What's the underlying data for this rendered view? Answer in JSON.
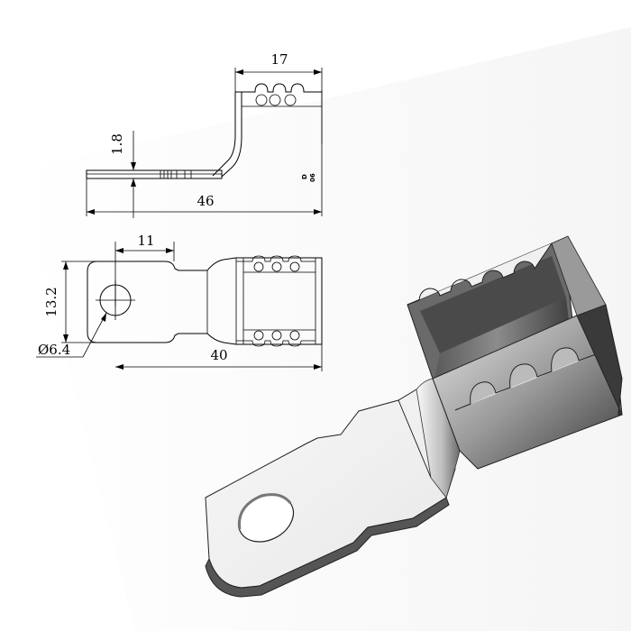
{
  "side_view": {
    "width_label": "17",
    "thickness_label": "1.8",
    "length_label": "46",
    "tab_mark_top": "D",
    "tab_mark_bottom": "06"
  },
  "top_view": {
    "hole_offset_label": "11",
    "width_label": "13.2",
    "length_label": "40",
    "hole_diameter_label": "Ø6.4"
  },
  "colors": {
    "line": "#000000",
    "metal_light": "#f2f2f2",
    "metal_mid": "#b0b0b0",
    "metal_dark": "#4a4a4a"
  }
}
